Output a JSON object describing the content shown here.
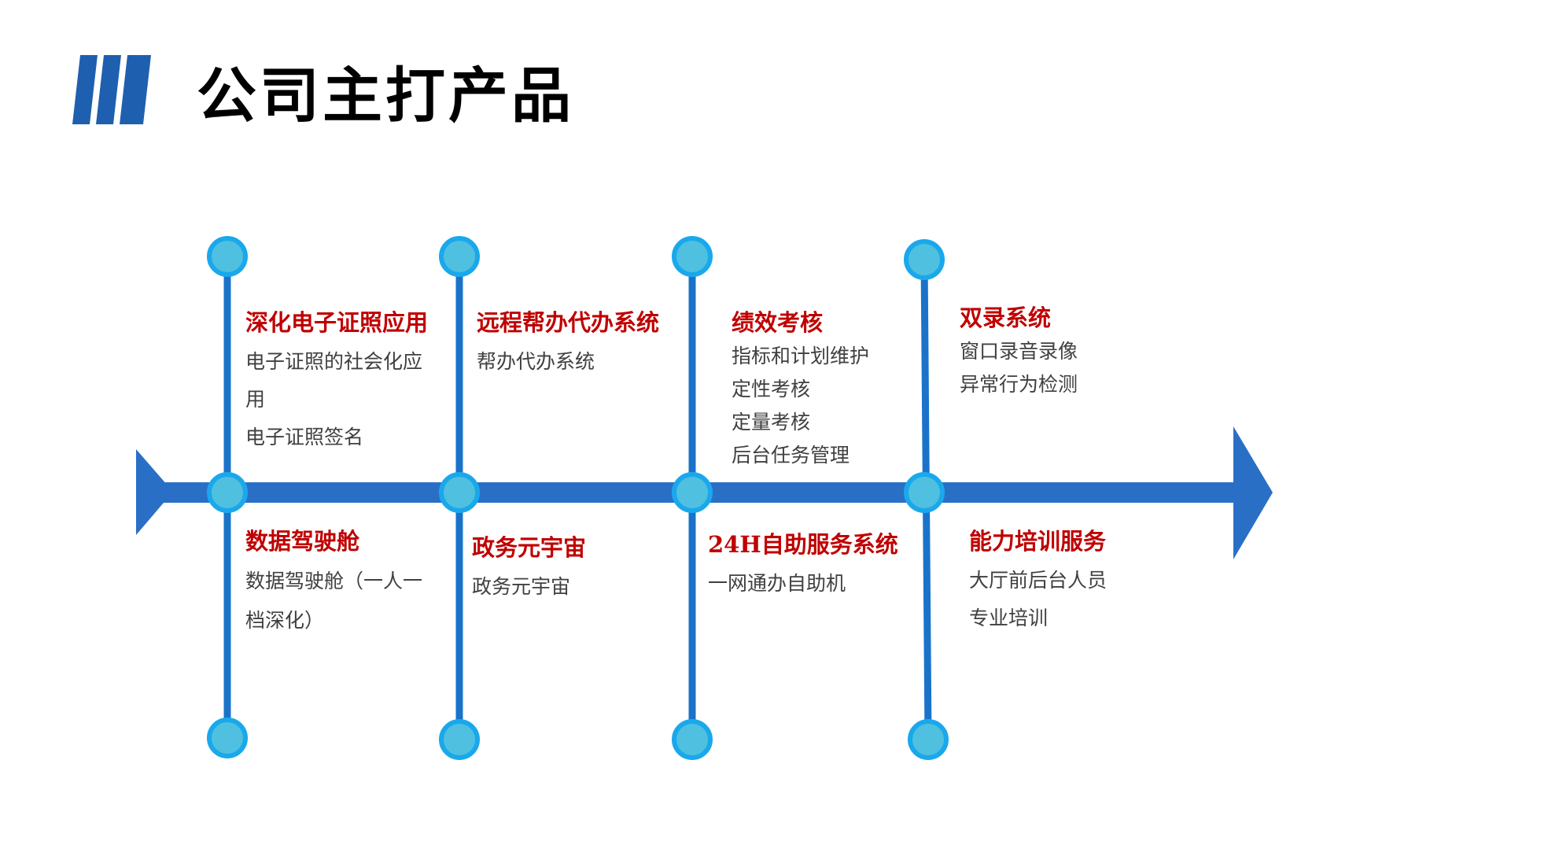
{
  "title": "公司主打产品",
  "colors": {
    "arrow": "#2a6fc6",
    "stem": "#1a73c9",
    "node_fill": "#4fc0df",
    "node_ring": "#1aa8ec",
    "heading": "#c00000",
    "text": "#404040"
  },
  "top": [
    {
      "heading": "深化电子证照应用",
      "lines": [
        "电子证照的社会化应",
        "用",
        "电子证照签名"
      ]
    },
    {
      "heading": "远程帮办代办系统",
      "lines": [
        "帮办代办系统"
      ]
    },
    {
      "heading": "绩效考核",
      "lines": [
        "指标和计划维护",
        "定性考核",
        "定量考核",
        "后台任务管理"
      ]
    },
    {
      "heading": "双录系统",
      "lines": [
        "窗口录音录像",
        "异常行为检测"
      ]
    }
  ],
  "bottom": [
    {
      "heading": "数据驾驶舱",
      "lines": [
        "数据驾驶舱（一人一",
        "档深化）"
      ]
    },
    {
      "heading": "政务元宇宙",
      "lines": [
        "政务元宇宙"
      ]
    },
    {
      "heading": "24H自助服务系统",
      "lines": [
        "一网通办自助机"
      ]
    },
    {
      "heading": "能力培训服务",
      "lines": [
        "大厅前后台人员",
        "专业培训"
      ]
    }
  ]
}
